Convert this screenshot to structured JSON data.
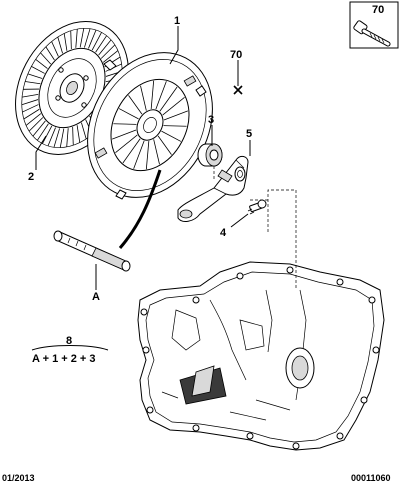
{
  "labels": {
    "part_1": "1",
    "part_2": "2",
    "part_3": "3",
    "part_4": "4",
    "part_5": "5",
    "part_70": "70",
    "part_70_inset": "70",
    "part_a": "A",
    "kit_8": "8",
    "kit_formula": "A + 1 + 2 + 3"
  },
  "footer": {
    "date": "01/2013",
    "ref": "00011060"
  }
}
